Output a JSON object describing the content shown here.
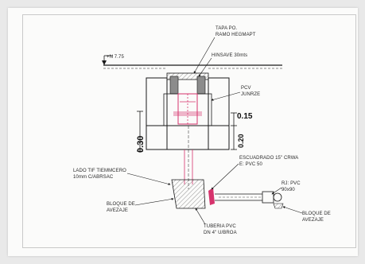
{
  "labels": {
    "elevation": "+N 7.75",
    "tapa": "TAPA PO.",
    "tapa2": "RAMO HEGMAPT",
    "hinsave": "HINSAVE 30mts",
    "pvc": "PCV",
    "pvc2": "JUNRZE",
    "lado": "LADO TIF TIEMMCERO",
    "lado2": "10mm C/ABRSAC",
    "escuadrado": "ESCUADRADO 15\" CRWA",
    "escuadrado2": "E: PVC 50",
    "bloque_l": "BLOQUE DE",
    "bloque_l2": "AVEZAJE",
    "tubo": "TUBERIA PVC",
    "tubo2": "DN 4\" U/BROA",
    "rj": "RJ: PVC",
    "rj2": "90x90",
    "bloque_r": "BLOQUE DE",
    "bloque_r2": "AVEZAJE"
  },
  "dims": {
    "d015": "0.15",
    "d030": "0.30",
    "d020": "0.20"
  },
  "colors": {
    "ink": "#1a1a1a",
    "accent": "#d6336c",
    "fill": "#8c8c8c"
  }
}
